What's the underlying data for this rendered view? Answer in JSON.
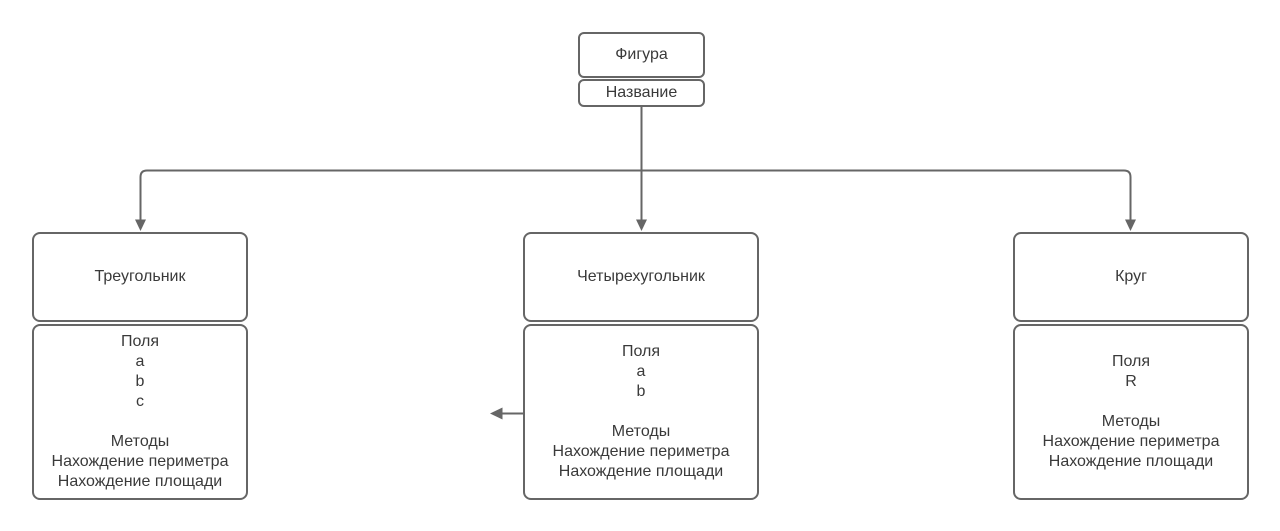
{
  "diagram": {
    "root": {
      "title": "Фигура",
      "field": "Название"
    },
    "classes": [
      {
        "name": "Треугольник",
        "lines": [
          "Поля",
          "a",
          "b",
          "c",
          "",
          "Методы",
          "Нахождение периметра",
          "Нахождение площади"
        ]
      },
      {
        "name": "Четырехугольник",
        "lines": [
          "Поля",
          "a",
          "b",
          "",
          "Методы",
          "Нахождение периметра",
          "Нахождение площади"
        ]
      },
      {
        "name": "Круг",
        "lines": [
          "Поля",
          "R",
          "",
          "Методы",
          "Нахождение периметра",
          "Нахождение площади"
        ]
      }
    ],
    "colors": {
      "stroke": "#666666",
      "text": "#3a3a3a",
      "background": "#ffffff"
    }
  }
}
